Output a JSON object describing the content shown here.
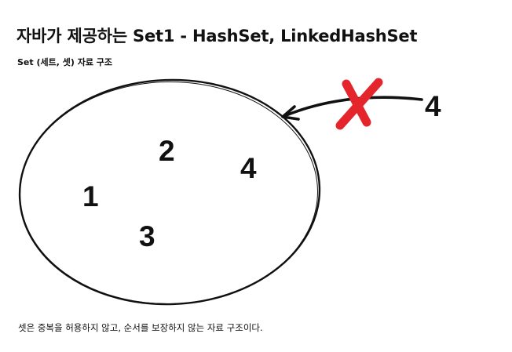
{
  "header": {
    "title": "자바가 제공하는 Set1 - HashSet, LinkedHashSet",
    "subtitle": "Set (세트, 셋) 자료 구조"
  },
  "diagram": {
    "set_elements": [
      "1",
      "2",
      "3",
      "4"
    ],
    "rejected_element": "4",
    "reject_mark_color": "#e4262c",
    "ink_color": "#111111"
  },
  "footer": {
    "caption": "셋은 중복을 허용하지 않고, 순서를 보장하지 않는 자료 구조이다."
  }
}
